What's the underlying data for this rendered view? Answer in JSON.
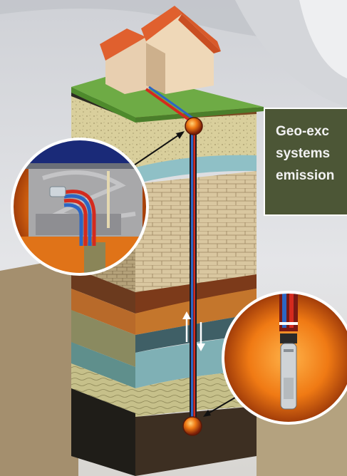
{
  "callout": {
    "lines": [
      "Geo-exc",
      "systems",
      "emission"
    ]
  },
  "colors": {
    "callout_bg": "#4c5636",
    "callout_text": "#f2f2f2",
    "supply_pipe": "#d42a1e",
    "return_pipe": "#2c66c4",
    "node_glow": "#f07a14",
    "roof": "#e0602e",
    "grass": "#6eab45"
  },
  "icons": [
    "house-icon",
    "borehole-pipe",
    "flow-up-arrow-icon",
    "flow-down-arrow-icon",
    "wellhead-detail-icon",
    "borehole-probe-detail-icon"
  ]
}
